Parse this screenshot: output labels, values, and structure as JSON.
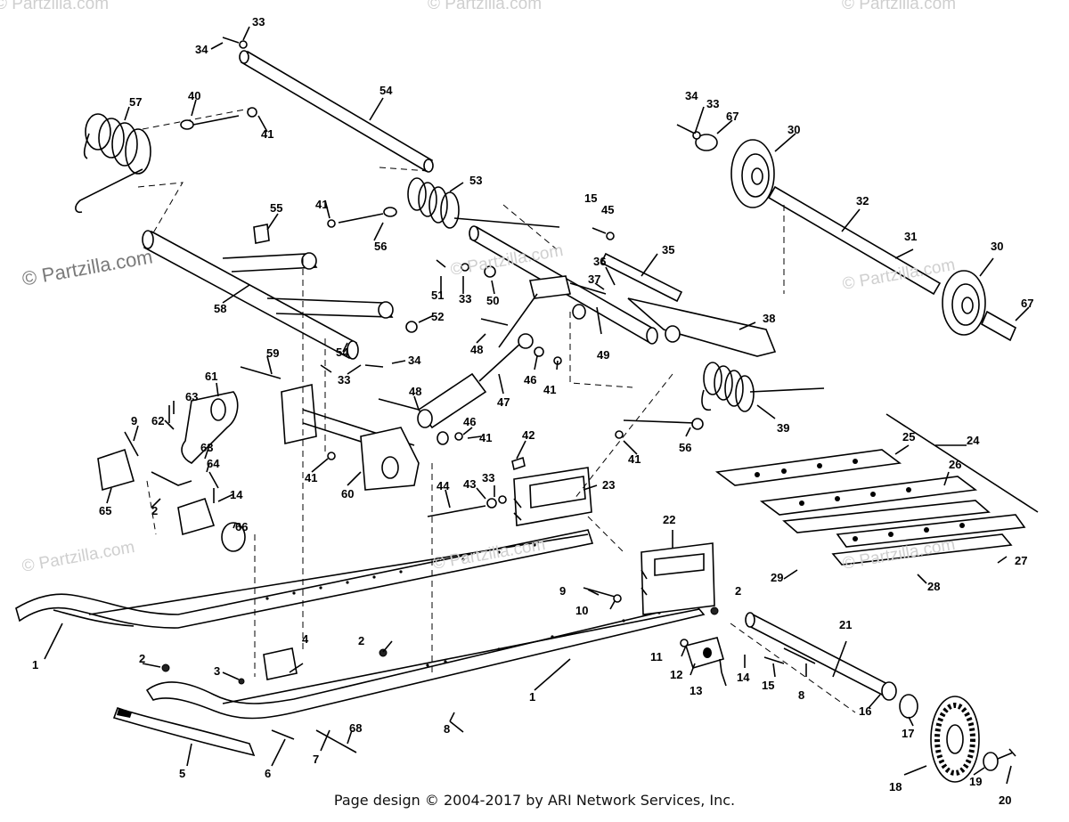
{
  "watermarks": {
    "main": "© Partzilla.com",
    "faint": "© Partzilla.com"
  },
  "footer": "Page design © 2004-2017 by ARI Network Services, Inc.",
  "colors": {
    "line": "#000000",
    "watermark": "#cfcfcf",
    "background": "#ffffff"
  },
  "callouts": {
    "c1a": "1",
    "c1b": "1",
    "c2a": "2",
    "c2b": "2",
    "c2c": "2",
    "c2d": "2",
    "c3": "3",
    "c4": "4",
    "c5": "5",
    "c6": "6",
    "c7": "7",
    "c8a": "8",
    "c8b": "8",
    "c9a": "9",
    "c9b": "9",
    "c10": "10",
    "c11": "11",
    "c12": "12",
    "c13": "13",
    "c14a": "14",
    "c14b": "14",
    "c15a": "15",
    "c15b": "15",
    "c16": "16",
    "c17": "17",
    "c18": "18",
    "c19": "19",
    "c20": "20",
    "c21": "21",
    "c22": "22",
    "c23": "23",
    "c24": "24",
    "c25": "25",
    "c26": "26",
    "c27": "27",
    "c28": "28",
    "c29": "29",
    "c30a": "30",
    "c30b": "30",
    "c31": "31",
    "c32": "32",
    "c33a": "33",
    "c33b": "33",
    "c33c": "33",
    "c33d": "33",
    "c33e": "33",
    "c34a": "34",
    "c34b": "34",
    "c34c": "34",
    "c35": "35",
    "c36": "36",
    "c37": "37",
    "c38": "38",
    "c39": "39",
    "c40": "40",
    "c41a": "41",
    "c41b": "41",
    "c41c": "41",
    "c41d": "41",
    "c41e": "41",
    "c41f": "41",
    "c42": "42",
    "c43": "43",
    "c44": "44",
    "c45": "45",
    "c46a": "46",
    "c46b": "46",
    "c47": "47",
    "c48a": "48",
    "c48b": "48",
    "c49": "49",
    "c50": "50",
    "c51": "51",
    "c52": "52",
    "c53": "53",
    "c54a": "54",
    "c54b": "54",
    "c55": "55",
    "c56a": "56",
    "c56b": "56",
    "c57": "57",
    "c58": "58",
    "c59": "59",
    "c60": "60",
    "c61": "61",
    "c62": "62",
    "c63a": "63",
    "c63b": "63",
    "c64": "64",
    "c65": "65",
    "c66": "66",
    "c67a": "67",
    "c67b": "67",
    "c68": "68"
  }
}
